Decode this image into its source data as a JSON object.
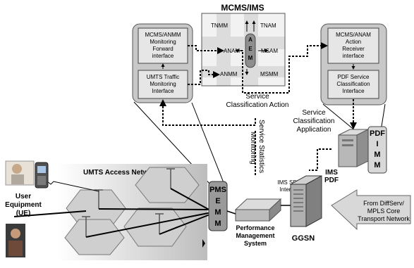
{
  "mcms": {
    "title": "MCMS/IMS",
    "tnmm": "TNMM",
    "tnam": "TNAM",
    "anam": "ANAM",
    "msam": "MSAM",
    "anmm": "ANMM",
    "msmm": "MSMM",
    "aem": [
      "A",
      "E",
      "M"
    ]
  },
  "left_panel": {
    "box1": [
      "MCMS/ANMM",
      "Monitoring",
      "Forward",
      "interface"
    ],
    "box2": [
      "UMTS Traffic",
      "Monitoring",
      "Interface"
    ]
  },
  "right_panel": {
    "box1": [
      "MCMS/ANAM",
      "Action",
      "Receiver",
      "interface"
    ],
    "box2": [
      "PDF Service",
      "Classification",
      "Interface"
    ]
  },
  "labels": {
    "service_classification_action": [
      "Service",
      "Classification Action"
    ],
    "service_statistics_monitoring": [
      "Service Statistics",
      "Monitoring"
    ],
    "service_classification_application": [
      "Service",
      "Classification",
      "Application"
    ],
    "ims_sblp_interface": [
      "IMS SBLP",
      "Interface"
    ],
    "ims_pdf": [
      "IMS",
      "PDF"
    ],
    "pdf_imm": [
      "PDF",
      "I",
      "M",
      "M"
    ],
    "umts_access_network": "UMTS Access Network",
    "user_equipment": [
      "User",
      "Equipment",
      "(UE)"
    ],
    "pms_emm": [
      "PMS",
      "E",
      "M",
      "M"
    ],
    "performance_management_system": [
      "Performance",
      "Management",
      "System"
    ],
    "ggsn": "GGSN",
    "from_diffserv": [
      "From DiffServ/",
      "MPLS Core",
      "Transport Network"
    ]
  },
  "colors": {
    "panel_gray": "#c8c8c8",
    "box_gray": "#e6e6e6",
    "aem_gray": "#8e8e8e",
    "access_bg": "#e2e2e2",
    "hex_gray": "#cfcfcf",
    "pms_gray": "#9a9a9a"
  }
}
